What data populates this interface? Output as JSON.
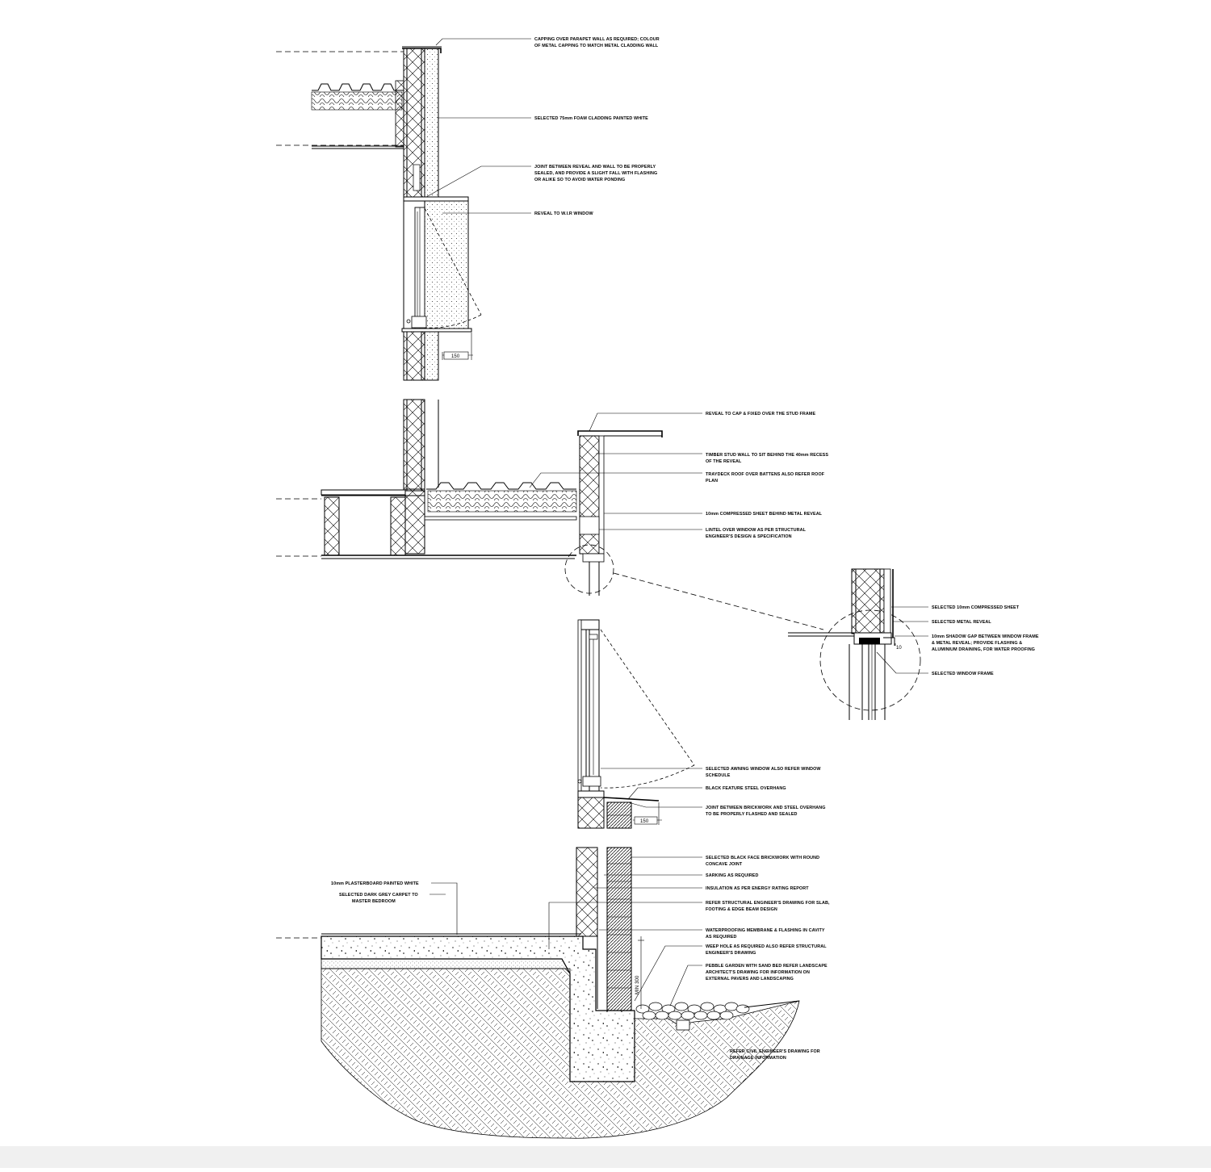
{
  "colors": {
    "ink": "#000000",
    "paper": "#ffffff",
    "bar": "#f0f0f0"
  },
  "callouts": {
    "parapet": [
      "CAPPING OVER PARAPET WALL AS REQUIRED; COLOUR",
      "OF METAL CAPPING TO MATCH METAL CLADDING WALL"
    ],
    "cladding": [
      "SELECTED 75mm FOAM CLADDING PAINTED WHITE"
    ],
    "joint": [
      "JOINT BETWEEN REVEAL AND WALL TO BE PROPERLY",
      "SEALED, AND PROVIDE A SLIGHT FALL WITH FLASHING",
      "OR ALIKE SO TO AVOID WATER PONDING"
    ],
    "reveal_wir": [
      "REVEAL TO W.I.R WINDOW"
    ],
    "reveal_cap": [
      "REVEAL TO CAP & FIXED OVER THE STUD FRAME"
    ],
    "timber_stud": [
      "TIMBER STUD WALL TO SIT BEHIND THE 40mm RECESS",
      "OF THE REVEAL"
    ],
    "traydeck": [
      "TRAYDECK ROOF OVER BATTENS ALSO REFER ROOF",
      "PLAN"
    ],
    "compressed_sheet": [
      "10mm COMPRESSED SHEET BEHIND METAL REVEAL"
    ],
    "lintel": [
      "LINTEL OVER WINDOW AS PER STRUCTURAL",
      "ENGINEER'S DESIGN & SPECIFICATION"
    ],
    "det_sheet": [
      "SELECTED 10mm COMPRESSED SHEET"
    ],
    "det_reveal": [
      "SELECTED METAL REVEAL"
    ],
    "det_gap": [
      "10mm SHADOW GAP BETWEEN WINDOW FRAME",
      "& METAL REVEAL; PROVIDE FLASHING &",
      "ALUMINIUM DRAINING, FOR WATER PROOFING"
    ],
    "det_frame": [
      "SELECTED WINDOW FRAME"
    ],
    "awning": [
      "SELECTED AWNING WINDOW ALSO REFER WINDOW",
      "SCHEDULE"
    ],
    "steel_overhang": [
      "BLACK FEATURE STEEL OVERHANG"
    ],
    "brick_joint": [
      "JOINT BETWEEN BRICKWORK AND STEEL OVERHANG",
      "TO BE PROPERLY FLASHED AND SEALED"
    ],
    "brickwork": [
      "SELECTED BLACK FACE BRICKWORK WITH ROUND",
      "CONCAVE JOINT"
    ],
    "sarking": [
      "SARKING AS REQUIRED"
    ],
    "insulation": [
      "INSULATION AS PER ENERGY RATING REPORT"
    ],
    "structural": [
      "REFER STRUCTURAL ENGINEER'S DRAWING FOR SLAB,",
      "FOOTING & EDGE BEAM DESIGN"
    ],
    "waterproofing": [
      "WATERPROOFING MEMBRANE & FLASHING IN CAVITY",
      "AS REQUIRED"
    ],
    "weep": [
      "WEEP HOLE AS REQUIRED ALSO REFER STRUCTURAL",
      "ENGINEER'S DRAWING"
    ],
    "pebble": [
      "PEBBLE GARDEN WITH SAND BED REFER LANDSCAPE",
      "ARCHITECT'S DRAWING FOR INFORMATION ON",
      "EXTERNAL PAVERS AND LANDSCAPING"
    ],
    "civil": [
      "REFER CIVIL ENGINEER'S DRAWING FOR",
      "DRAINAGE INFORMATION"
    ],
    "plasterboard": [
      "10mm PLASTERBOARD PAINTED WHITE"
    ],
    "carpet": [
      "SELECTED DARK GREY CARPET TO",
      "MASTER BEDROOM"
    ]
  },
  "dimensions": {
    "top": "150",
    "middle": "150",
    "detail": "10",
    "vertical": "MIN 300"
  }
}
